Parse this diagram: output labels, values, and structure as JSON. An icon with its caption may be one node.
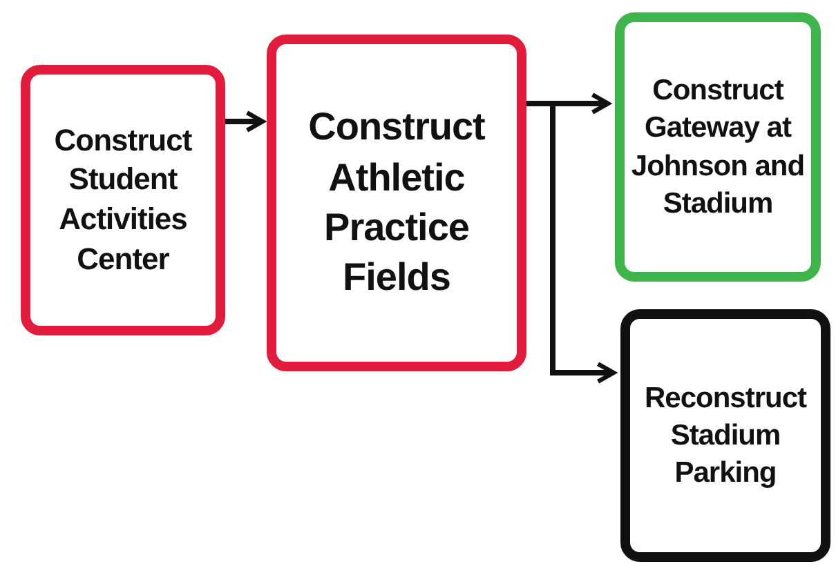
{
  "diagram": {
    "nodes": [
      {
        "text": [
          "Construct Student Activities Center"
        ]
      },
      {
        "text": [
          "Construct Athletic Practice Fields"
        ]
      },
      {
        "text": [
          "Construct Gateway at Johnson and Stadium"
        ]
      },
      {
        "text": [
          "Reconstruct Stadium Parking"
        ]
      }
    ],
    "edges": [
      {
        "from": 0,
        "to": 1,
        "arrow": "to"
      },
      {
        "from": 1,
        "to": 2,
        "arrow": "to"
      },
      {
        "from": 1,
        "to": 3,
        "arrow": "to"
      }
    ]
  }
}
